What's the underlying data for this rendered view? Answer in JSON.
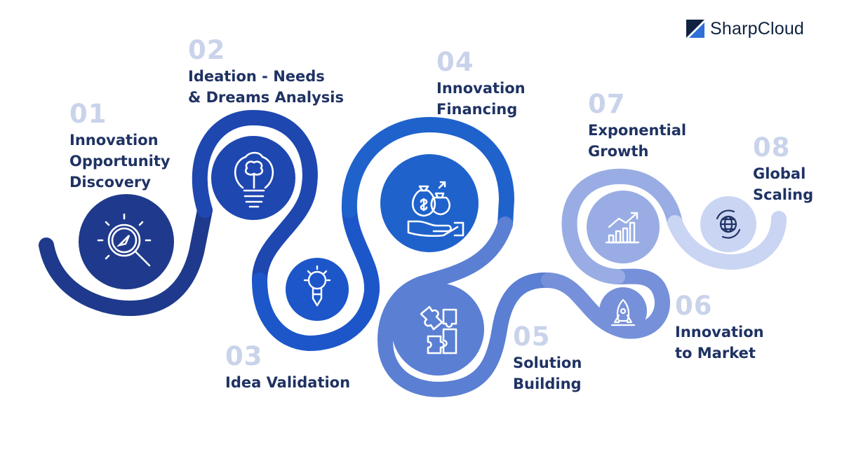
{
  "brand": {
    "name": "SharpCloud",
    "color": "#0f2340"
  },
  "colors": {
    "number_tint": "#c9d3ea",
    "label_text": "#1f3263",
    "step1": "#1f3a8c",
    "step2": "#1e47b0",
    "step3": "#1d56c9",
    "step4": "#1f62cc",
    "step5": "#5a7fd3",
    "step6": "#7691da",
    "step7": "#99ade4",
    "step8": "#c9d5f2",
    "icon_stroke": "#ffffff",
    "step8_icon_stroke": "#1f3263"
  },
  "steps": [
    {
      "number": "01",
      "label": "Innovation\nOpportunity\nDiscovery",
      "icon": "compass-magnifier-icon"
    },
    {
      "number": "02",
      "label": "Ideation - Needs\n& Dreams Analysis",
      "icon": "brain-lightbulb-icon"
    },
    {
      "number": "03",
      "label": "Idea Validation",
      "icon": "pen-lightbulb-icon"
    },
    {
      "number": "04",
      "label": "Innovation\nFinancing",
      "icon": "money-bag-hand-icon"
    },
    {
      "number": "05",
      "label": "Solution\nBuilding",
      "icon": "puzzle-icon"
    },
    {
      "number": "06",
      "label": "Innovation\nto Market",
      "icon": "rocket-icon"
    },
    {
      "number": "07",
      "label": "Exponential\nGrowth",
      "icon": "growth-chart-icon"
    },
    {
      "number": "08",
      "label": "Global\nScaling",
      "icon": "globe-icon"
    }
  ]
}
